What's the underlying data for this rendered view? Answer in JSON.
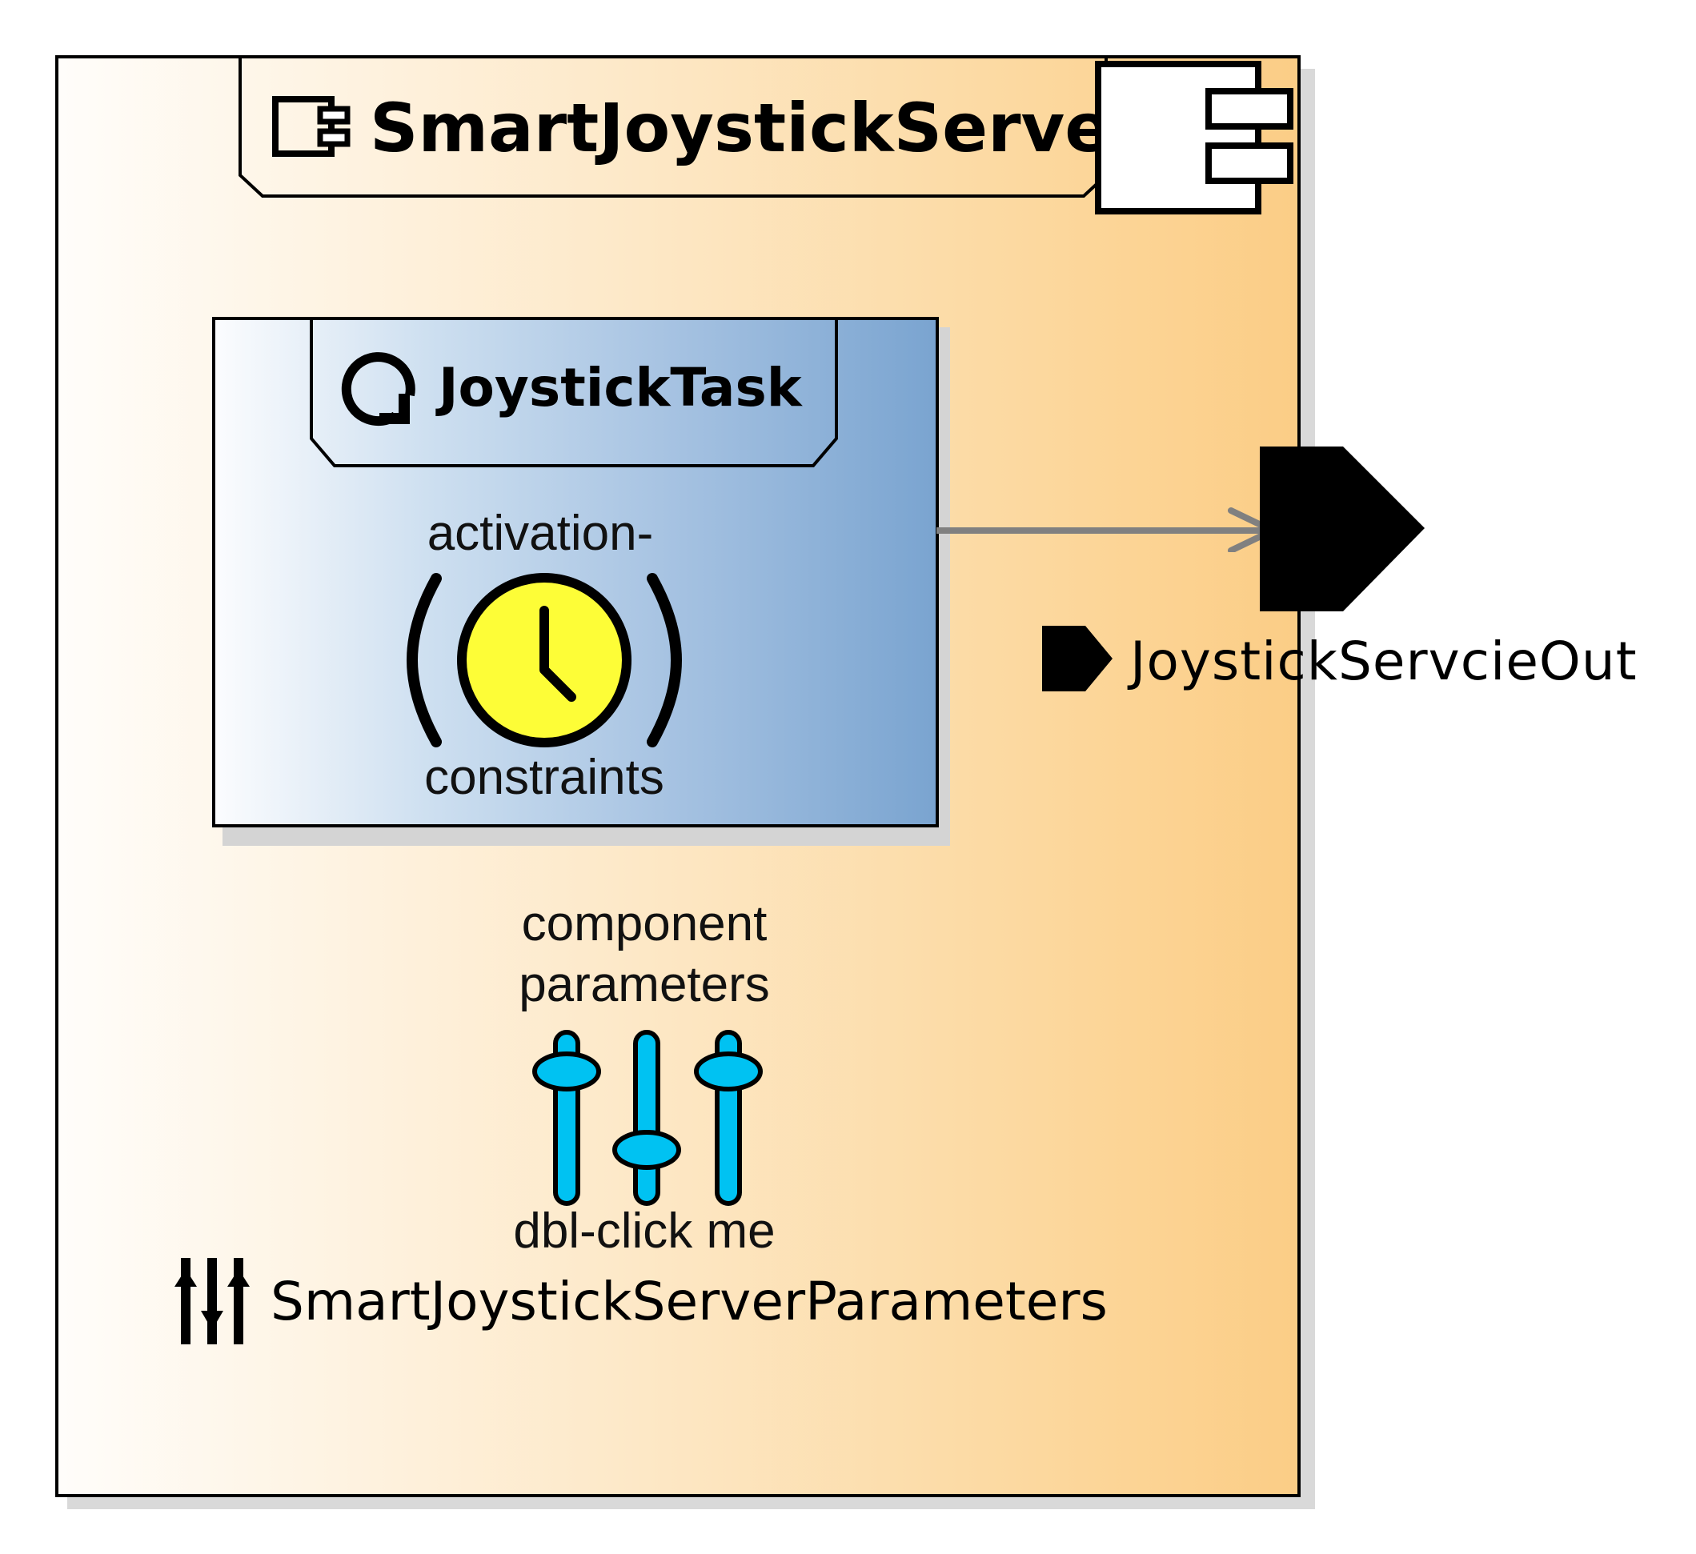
{
  "component": {
    "name": "SmartJoystickServer"
  },
  "task": {
    "name": "JoystickTask",
    "activation_top": "activation-",
    "activation_bottom": "constraints"
  },
  "port": {
    "name": "JoystickServcieOut"
  },
  "parameters": {
    "label_line1": "component",
    "label_line2": "parameters",
    "label_line3": "dbl-click me",
    "name": "SmartJoystickServerParameters"
  },
  "colors": {
    "component_fill_start": "#fffdfa",
    "component_fill_end": "#fbcd86",
    "task_fill_start": "#fbfcfe",
    "task_fill_end": "#7aa4d0",
    "clock_face": "#fdfd37",
    "slider": "#00c2f2",
    "connector": "#808080"
  },
  "icons": {
    "component_title": "component-icon",
    "component_stereotype": "component-stereotype-icon",
    "task": "task-cycle-icon",
    "activation": "clock-icon",
    "port": "output-port-icon",
    "parameters": "sliders-icon"
  }
}
